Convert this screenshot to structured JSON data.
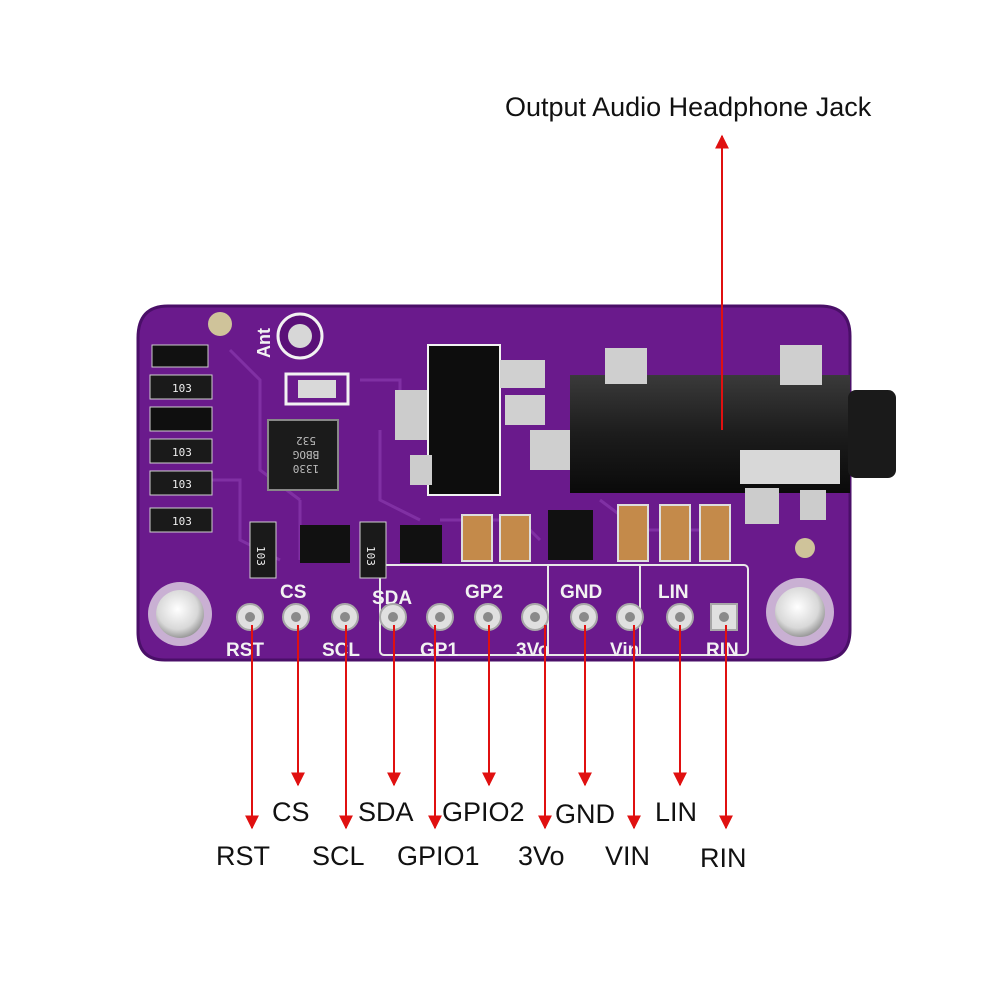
{
  "title": "Output Audio Headphone Jack",
  "board": {
    "silkscreen": {
      "ant": "Ant",
      "cs": "CS",
      "sda": "SDA",
      "gp2": "GP2",
      "gnd": "GND",
      "lin": "LIN",
      "rst": "RST",
      "scl": "SCL",
      "gp1": "GP1",
      "v3o": "3Vo",
      "vin": "Vin",
      "rin": "RIN"
    },
    "chip_text": [
      "532",
      "BBOG",
      "1330"
    ],
    "resistor_codes": [
      "103",
      "103",
      "103",
      "103",
      "103",
      "103"
    ]
  },
  "pins": [
    {
      "id": "rst",
      "label": "RST"
    },
    {
      "id": "cs",
      "label": "CS"
    },
    {
      "id": "scl",
      "label": "SCL"
    },
    {
      "id": "sda",
      "label": "SDA"
    },
    {
      "id": "gpio1",
      "label": "GPIO1"
    },
    {
      "id": "gpio2",
      "label": "GPIO2"
    },
    {
      "id": "3vo",
      "label": "3Vo"
    },
    {
      "id": "gnd",
      "label": "GND"
    },
    {
      "id": "vin",
      "label": "VIN"
    },
    {
      "id": "lin",
      "label": "LIN"
    },
    {
      "id": "rin",
      "label": "RIN"
    }
  ],
  "colors": {
    "pcb": "#6a1a8c",
    "pcb_dark": "#4a0f68",
    "arrow": "#e01010",
    "silk": "#f2f2f2"
  }
}
